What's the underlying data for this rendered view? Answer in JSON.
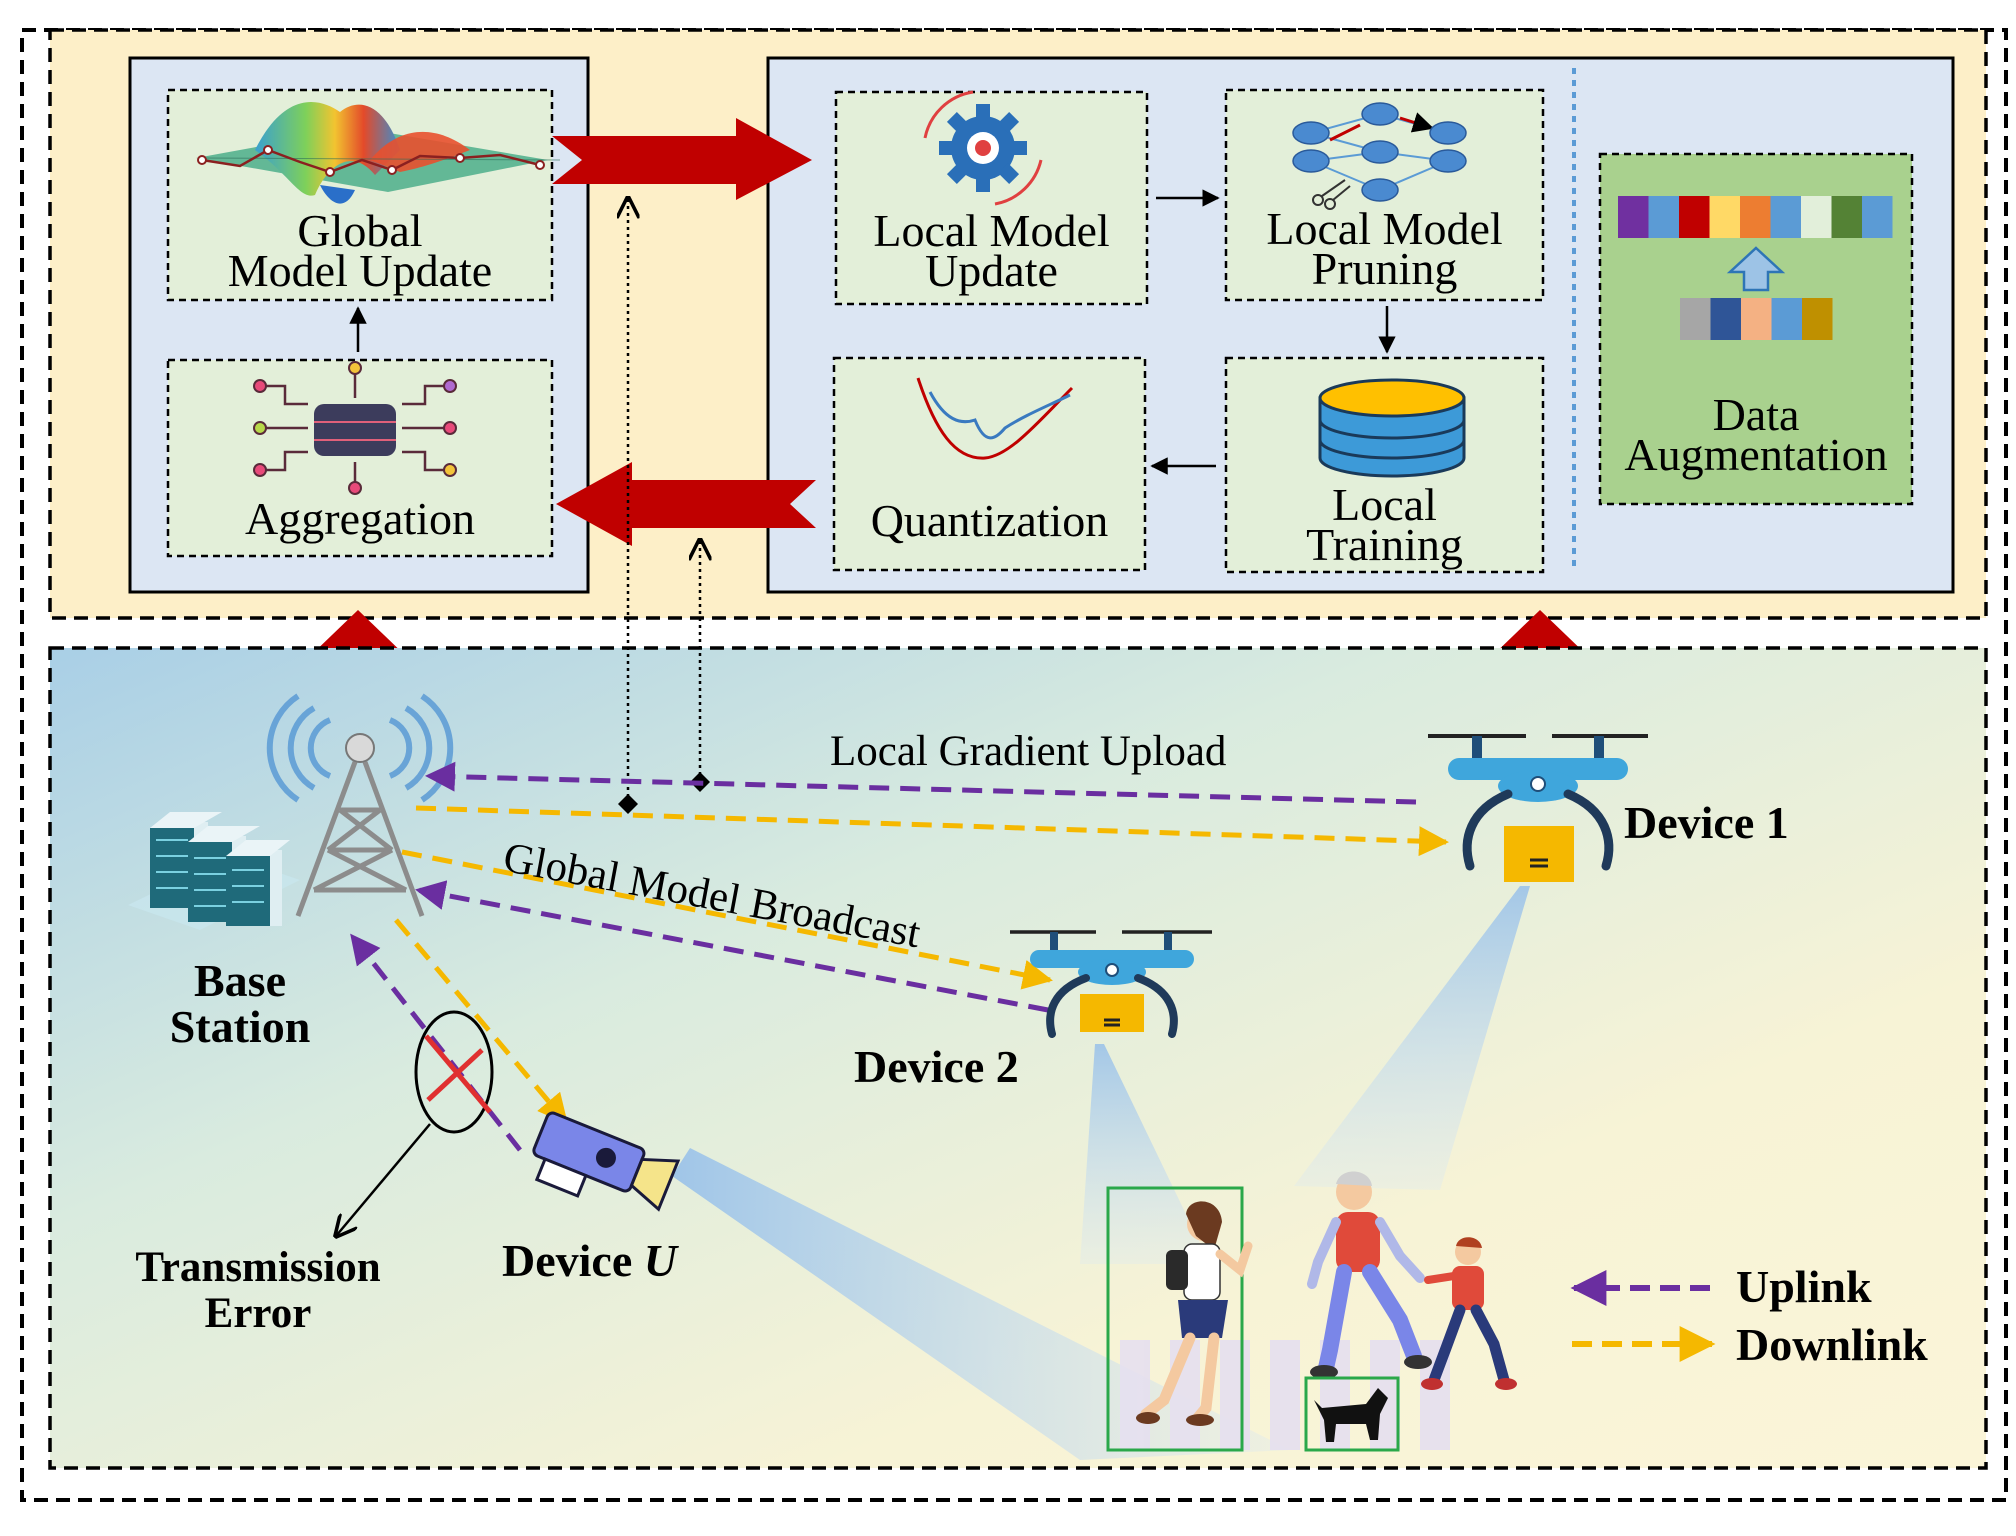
{
  "server": {
    "global_update_label": [
      "Global",
      "Model Update"
    ],
    "aggregation_label": "Aggregation"
  },
  "client": {
    "local_update_label": [
      "Local Model",
      "Update"
    ],
    "pruning_label": [
      "Local Model",
      "Pruning"
    ],
    "quantization_label": "Quantization",
    "local_training_label": [
      "Local",
      "Training"
    ],
    "augmentation_label": [
      "Data",
      "Augmentation"
    ]
  },
  "scene": {
    "upload_label": "Local Gradient Upload",
    "broadcast_label": "Global Model Broadcast",
    "base_station_label": [
      "Base",
      "Station"
    ],
    "device1_label": "Device 1",
    "device2_label": "Device 2",
    "deviceU_prefix": "Device ",
    "deviceU_var": "U",
    "error_label": [
      "Transmission",
      "Error"
    ]
  },
  "legend": {
    "uplink": "Uplink",
    "downlink": "Downlink"
  },
  "colors": {
    "uplink": "#6a2ea0",
    "downlink": "#f5b800",
    "arrow_red": "#c00000",
    "peach_bg": "#fdefc8",
    "panel_blue": "#dce6f3",
    "box_green": "#e3efd9",
    "aug_green": "#a9d18e",
    "scene_bg": "#fbf7dc"
  },
  "augmentation_colors": {
    "top_row": [
      "#7030a0",
      "#5b9bd5",
      "#c00000",
      "#ffd966",
      "#ed7d31",
      "#5b9bd5",
      "#e2efda",
      "#548235",
      "#5b9bd5"
    ],
    "bottom_row": [
      "#a6a6a6",
      "#2f5597",
      "#f4b183",
      "#5b9bd5",
      "#bf9000"
    ]
  }
}
